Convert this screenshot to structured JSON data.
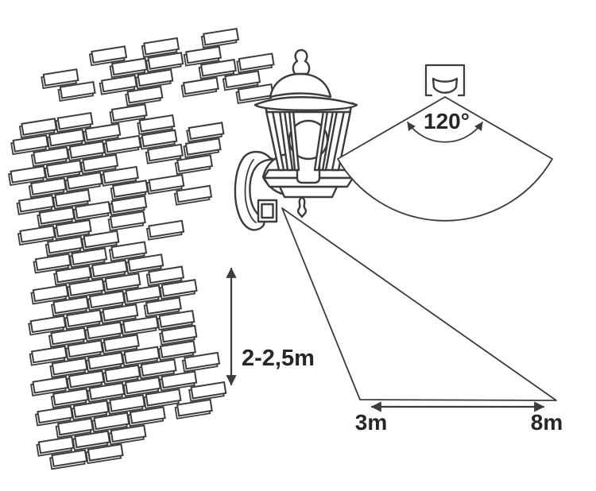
{
  "page": {
    "background": "#ffffff"
  },
  "colors": {
    "line": "#3c3c3c",
    "text": "#262626"
  },
  "diagram": {
    "sensor_angle": {
      "value": "120°"
    },
    "mounting_height": {
      "value": "2-2,5m"
    },
    "detection_range": {
      "near": "3m",
      "far": "8m"
    }
  },
  "illustrations": {
    "brick_wall": "brick-wall",
    "lantern": "wall-lantern-with-motion-sensor",
    "sensor_top": "motion-sensor-top-view",
    "fan": "detection-angle-fan",
    "triangle": "detection-range-triangle"
  }
}
